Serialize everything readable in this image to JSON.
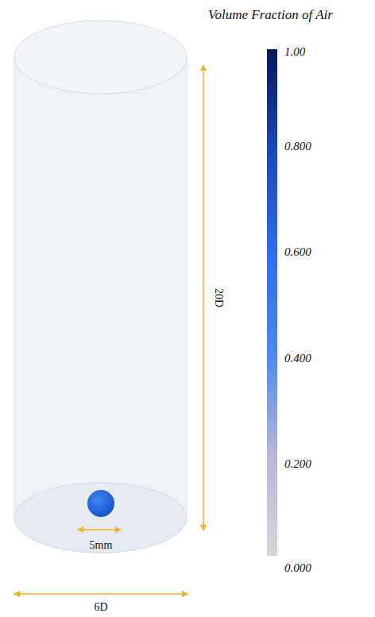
{
  "diagram": {
    "labels": [
      "Volume Fraction of Air",
      "1.00",
      "0.800",
      "0.600",
      "0.400",
      "0.200",
      "0.000",
      "20D",
      "5mm",
      "6D"
    ]
  }
}
